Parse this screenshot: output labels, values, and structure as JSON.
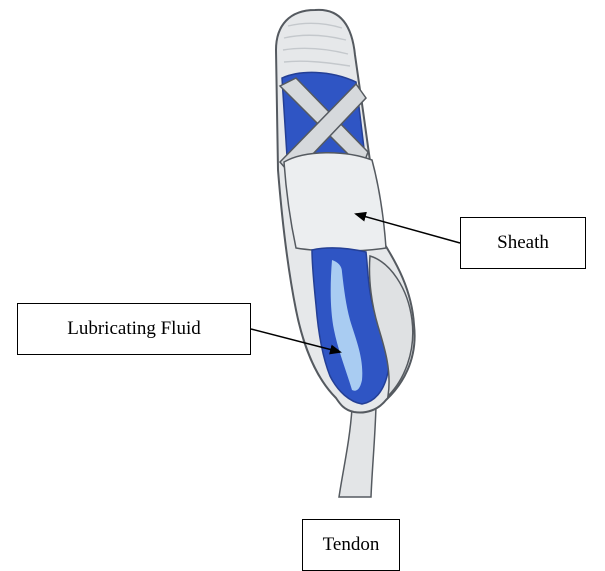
{
  "labels": {
    "sheath": "Sheath",
    "fluid": "Lubricating Fluid",
    "tendon": "Tendon"
  },
  "colors": {
    "sheath_fill": "#e6e8ea",
    "sheath_stroke": "#555a60",
    "blue": "#2f55c4",
    "blue_highlight": "#a9ccf2",
    "arrow": "#000000"
  }
}
